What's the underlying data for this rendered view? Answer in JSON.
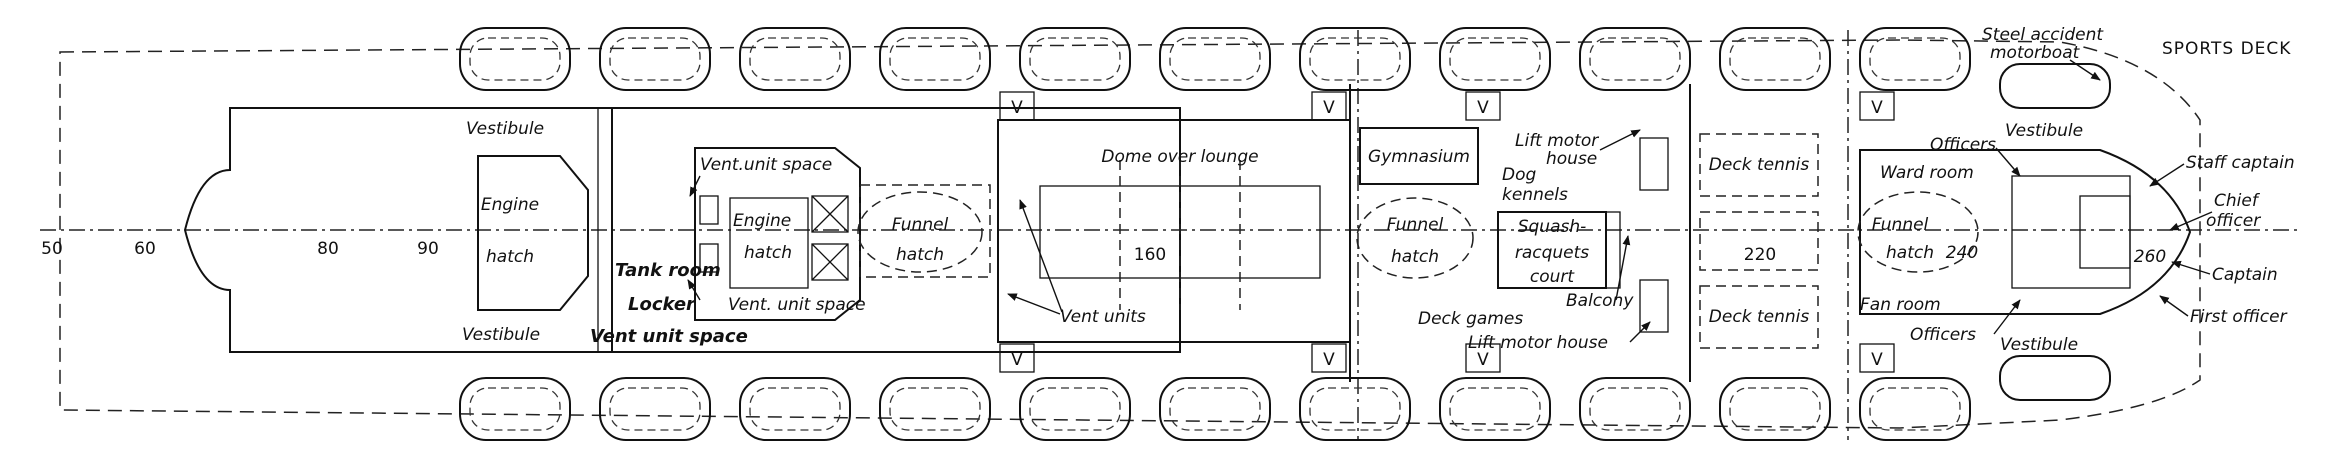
{
  "deck_title": "SPORTS DECK",
  "frame_numbers": [
    "50",
    "60",
    "80",
    "90",
    "160",
    "220",
    "240",
    "260"
  ],
  "labels": {
    "vestibule_top_aft": "Vestibule",
    "vestibule_bottom_aft": "Vestibule",
    "engine": "Engine",
    "hatch": "hatch",
    "tank_room": "Tank room",
    "locker": "Locker",
    "vent_unit_space_bold": "Vent unit space",
    "vent_unit_space_top": "Vent.unit space",
    "vent_unit_space_bottom": "Vent. unit space",
    "engine_small": "Engine",
    "hatch_small": "hatch",
    "funnel_1": "Funnel",
    "funnel_hatch_1": "hatch",
    "dome_over_lounge": "Dome over lounge",
    "vent_units": "Vent units",
    "gymnasium": "Gymnasium",
    "lift_motor": "Lift motor",
    "house": "house",
    "dog": "Dog",
    "kennels": "kennels",
    "funnel_2": "Funnel",
    "funnel_hatch_2": "hatch",
    "squash": "Squash-",
    "racquets": "racquets",
    "court": "court",
    "balcony": "Balcony",
    "deck_games": "Deck games",
    "lift_motor_house": "Lift motor house",
    "deck_tennis_top": "Deck tennis",
    "deck_tennis_bottom": "Deck tennis",
    "fan_room": "Fan room",
    "officers_top": "Officers",
    "officers_bottom": "Officers",
    "ward_room": "Ward room",
    "funnel_3": "Funnel",
    "funnel_hatch_3": "hatch",
    "vestibule_top_fwd": "Vestibule",
    "vestibule_bottom_fwd": "Vestibule",
    "steel_accident": "Steel accident",
    "motorboat": "motorboat",
    "staff_captain": "Staff captain",
    "chief": "Chief",
    "officer": "officer",
    "captain": "Captain",
    "first_officer": "First officer"
  },
  "boat_symbol": "V"
}
